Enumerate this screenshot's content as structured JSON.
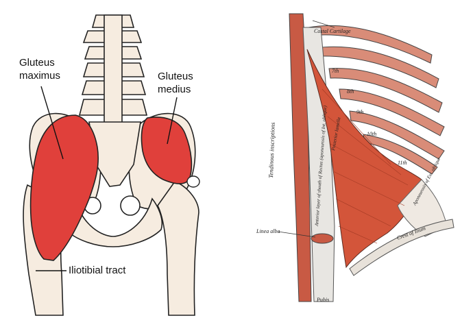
{
  "left_figure": {
    "labels": {
      "gluteus_maximus": [
        "Gluteus",
        "maximus"
      ],
      "gluteus_medius": [
        "Gluteus",
        "medius"
      ],
      "iliotibial_tract": "Iliotibial tract"
    },
    "colors": {
      "muscle": "#e0403b",
      "bone": "#f6ece0",
      "outline": "#222222"
    }
  },
  "right_figure": {
    "labels": {
      "tendinous_inscriptions": "Tendinous inscriptions",
      "linea_alba": "Linea alba",
      "crest_of_ilium": "Crest of Ilium",
      "pubis": "Pubis",
      "costal_cartilage": "Costal Cartilage",
      "rib_7": "7th",
      "rib_8": "8th",
      "rib_9": "9th",
      "rib_10": "10th",
      "rib_11": "11th",
      "rectus_sheath_text": "Anterior layer of sheath of Rectus (aponeurosis of Int. oblique)",
      "posterior_lamella": "Posterior lamella",
      "ext_oblique_text": "Aponeurosis of Ext. oblique"
    },
    "colors": {
      "muscle": "#d3553a",
      "muscle_light": "#e08a6e",
      "sheath": "#e8e6e2",
      "ink": "#333333"
    }
  }
}
